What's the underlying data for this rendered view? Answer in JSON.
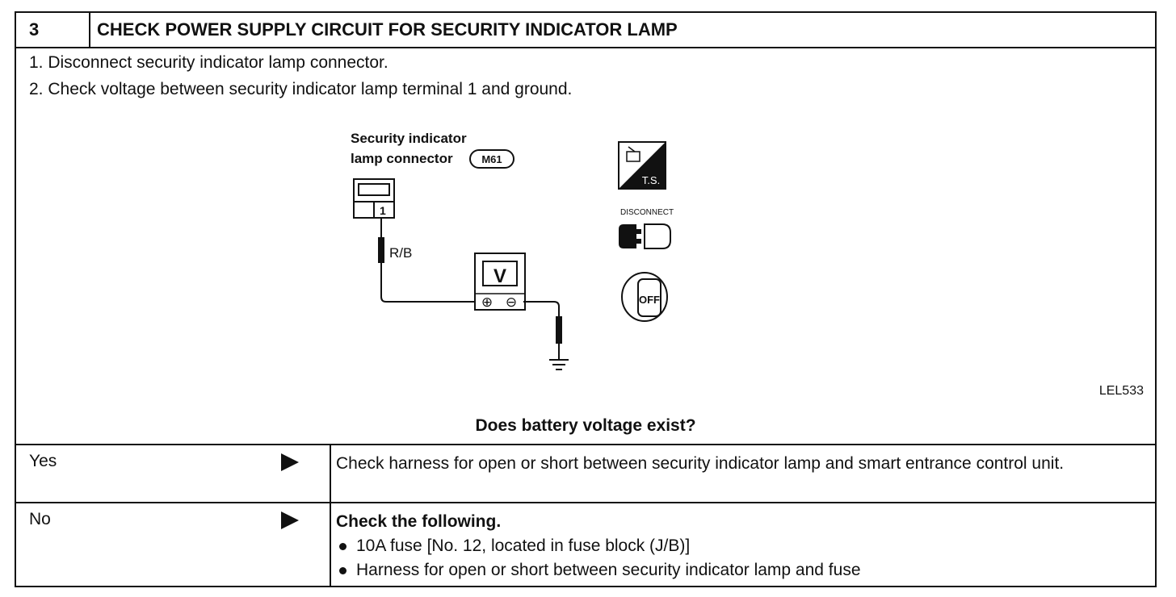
{
  "header": {
    "step_number": "3",
    "title": "CHECK POWER SUPPLY CIRCUIT FOR SECURITY INDICATOR LAMP"
  },
  "instructions": [
    "1.  Disconnect security indicator lamp connector.",
    "2.  Check voltage between security indicator lamp terminal 1 and ground."
  ],
  "diagram": {
    "connector_label_line1": "Security indicator",
    "connector_label_line2": "lamp connector",
    "connector_id": "M61",
    "terminal": "1",
    "wire_color": "R/B",
    "meter_symbol": "V",
    "plus_symbol": "⊕",
    "minus_symbol": "⊖",
    "ts_badge": "T.S.",
    "disconnect_label": "DISCONNECT",
    "off_label": "OFF",
    "figure_code": "LEL533"
  },
  "question": "Does battery voltage exist?",
  "results": {
    "yes": {
      "label": "Yes",
      "text": "Check harness for open or short between security indicator lamp and smart entrance control unit."
    },
    "no": {
      "label": "No",
      "heading": "Check the following.",
      "items": [
        "10A fuse [No. 12, located in fuse block (J/B)]",
        "Harness for open or short between security indicator lamp and fuse"
      ]
    }
  }
}
